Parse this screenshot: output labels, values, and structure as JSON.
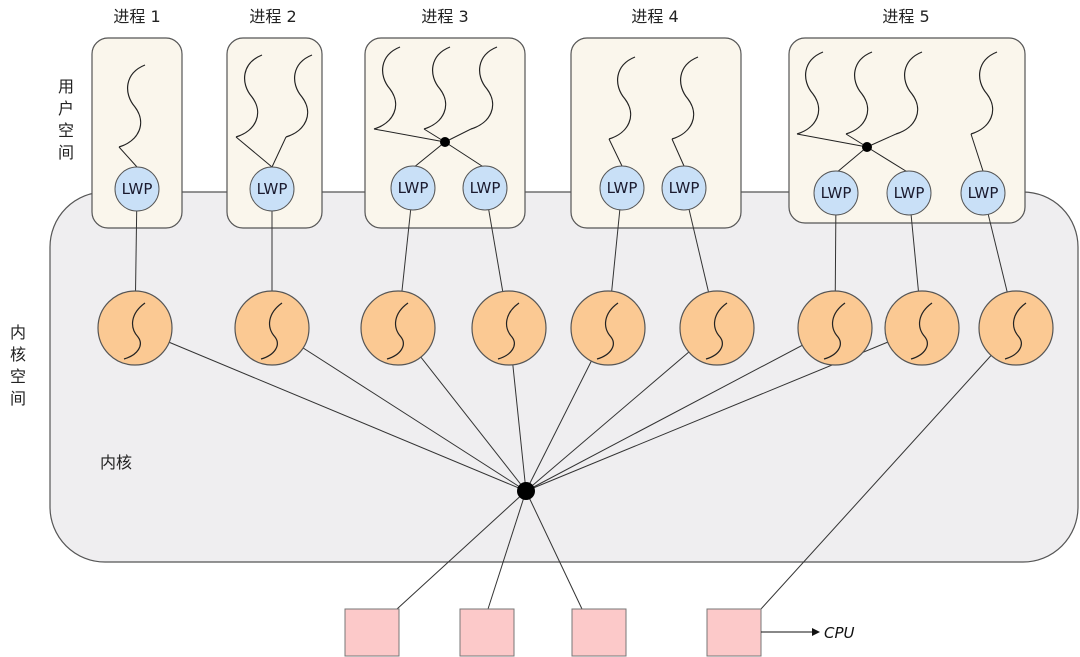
{
  "title": "用户级线程与内核级线程 (LWP) 多对多映射模型",
  "labels": {
    "user_space": "用户空间",
    "kernel_space": "内核空间",
    "kernel": "内核",
    "cpu": "CPU",
    "lwp": "LWP"
  },
  "colors": {
    "process_fill": "#faf6ec",
    "kernel_fill": "#efeef0",
    "lwp_fill": "#c9e0f7",
    "kthread_fill": "#fbc993",
    "cpu_fill": "#fcc9c9",
    "stroke": "#555555"
  },
  "processes": [
    {
      "name": "进程 1",
      "user_threads": 1,
      "lwps": 1,
      "mapping": "one-to-one"
    },
    {
      "name": "进程 2",
      "user_threads": 2,
      "lwps": 1,
      "mapping": "many-to-one"
    },
    {
      "name": "进程 3",
      "user_threads": 3,
      "lwps": 2,
      "mapping": "many-to-many"
    },
    {
      "name": "进程 4",
      "user_threads": 2,
      "lwps": 2,
      "mapping": "one-to-one"
    },
    {
      "name": "进程 5",
      "user_threads": 4,
      "lwps": 3,
      "mapping": "mixed"
    }
  ],
  "kernel_threads": 9,
  "cpus": 4,
  "bound_cpu_note": "Last kernel thread bound directly to the 4th CPU"
}
